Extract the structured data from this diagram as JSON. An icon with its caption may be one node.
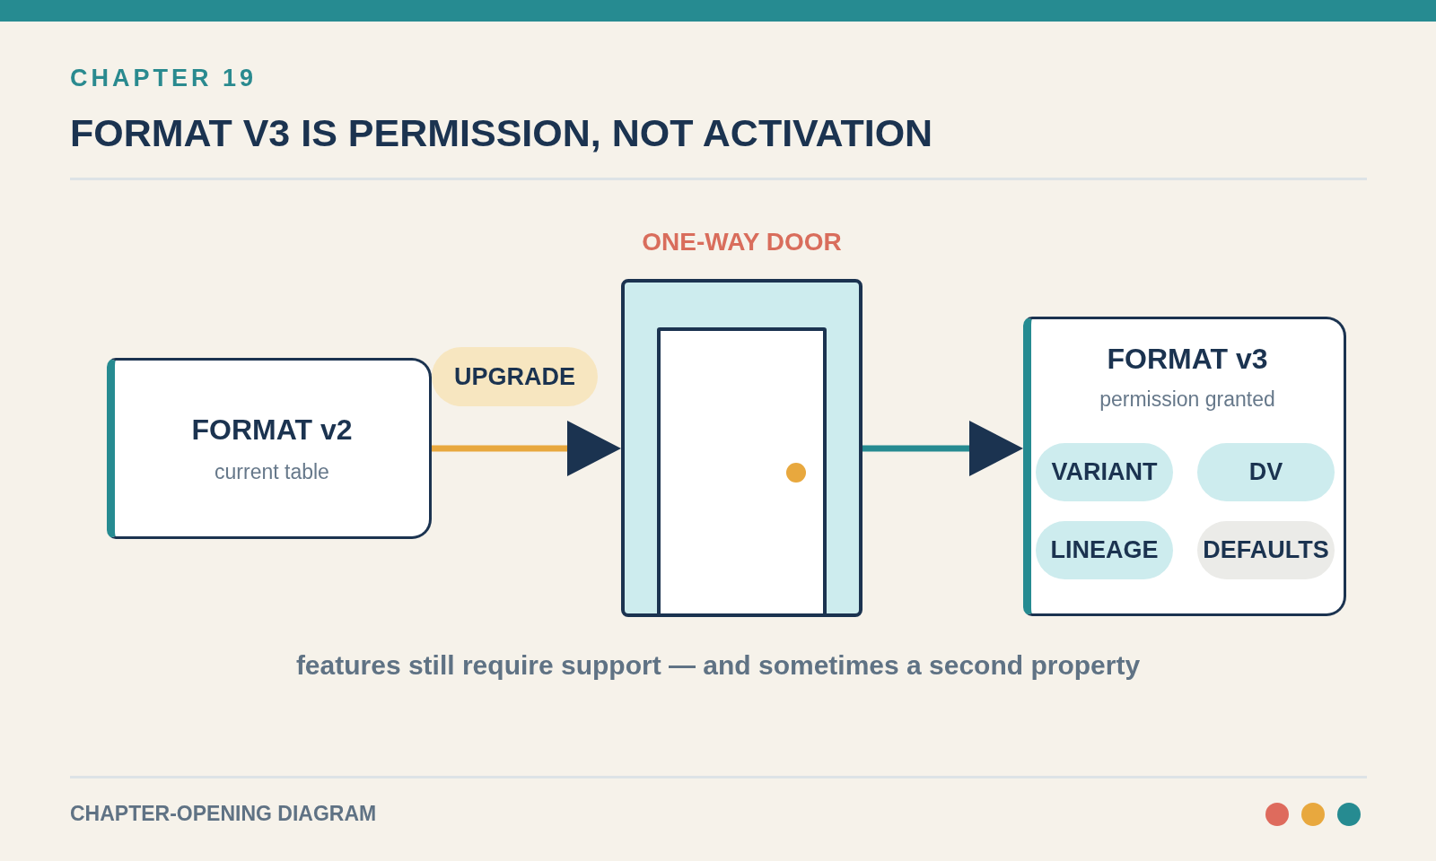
{
  "diagram": {
    "title": "FORMAT V3 IS PERMISSION, NOT ACTIVATION",
    "caption": "features still require support — and sometimes a second property",
    "nodes": [
      {
        "text": [
          "FORMAT v2",
          "current table"
        ]
      },
      {
        "text": [
          "ONE-WAY DOOR"
        ]
      },
      {
        "text": [
          "FORMAT v3",
          "permission granted"
        ]
      },
      {
        "text": [
          "VARIANT"
        ],
        "in": 2
      },
      {
        "text": [
          "DV"
        ],
        "in": 2
      },
      {
        "text": [
          "LINEAGE"
        ],
        "in": 2
      },
      {
        "text": [
          "DEFAULTS"
        ],
        "in": 2
      }
    ],
    "edges": [
      {
        "from": 0,
        "to": 1,
        "arrow": "to",
        "label": "UPGRADE",
        "color": "#e8a83e"
      },
      {
        "from": 1,
        "to": 2,
        "arrow": "to",
        "color": "#268b91"
      }
    ],
    "labels": [
      "CHAPTER 19",
      "CHAPTER-OPENING DIAGRAM"
    ]
  }
}
